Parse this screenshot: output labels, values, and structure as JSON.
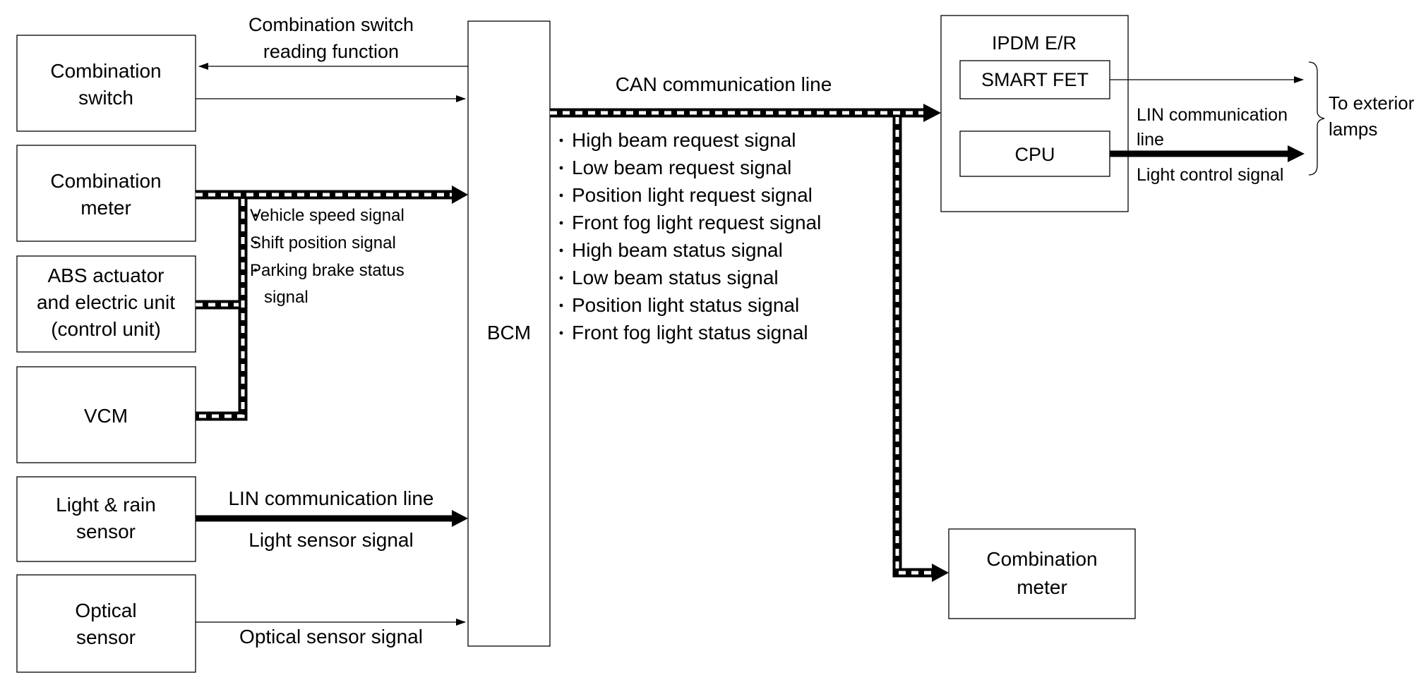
{
  "modules": {
    "combination_switch": [
      "Combination",
      "switch"
    ],
    "combination_meter_left": [
      "Combination",
      "meter"
    ],
    "abs_actuator": [
      "ABS actuator",
      "and electric unit",
      "(control unit)"
    ],
    "vcm": [
      "VCM"
    ],
    "light_rain_sensor": [
      "Light & rain",
      "sensor"
    ],
    "optical_sensor": [
      "Optical",
      "sensor"
    ],
    "bcm": "BCM",
    "ipdm_title": "IPDM E/R",
    "smart_fet": "SMART FET",
    "cpu": "CPU",
    "combination_meter_right": [
      "Combination",
      "meter"
    ]
  },
  "labels": {
    "switch_reading": [
      "Combination switch",
      "reading function"
    ],
    "can_line": "CAN communication line",
    "lin_line_sensor": "LIN communication line",
    "light_sensor_signal": "Light sensor signal",
    "optical_sensor_signal": "Optical sensor signal",
    "lin_line_ipdm": [
      "LIN communication",
      "line"
    ],
    "light_control_signal": "Light control signal",
    "to_exterior_lamps": [
      "To exterior",
      "lamps"
    ]
  },
  "meter_signals": [
    "Vehicle speed signal",
    "Shift position signal",
    "Parking brake status",
    "signal"
  ],
  "can_signals": [
    "High beam request signal",
    "Low beam request signal",
    "Position light request signal",
    "Front fog light request signal",
    "High beam status signal",
    "Low beam status signal",
    "Position light status signal",
    "Front fog light status signal"
  ],
  "colors": {
    "line": "#000000",
    "background": "#ffffff",
    "bus_dash": "#ffffff"
  }
}
